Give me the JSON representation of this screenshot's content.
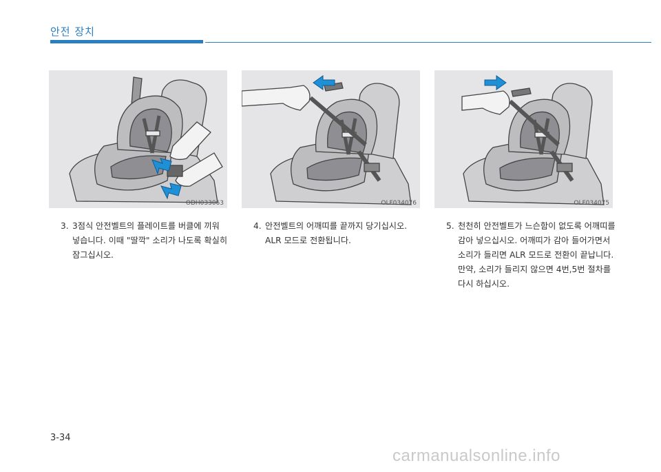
{
  "header": {
    "section_title": "안전 장치"
  },
  "figures": [
    {
      "code": "ODH033063"
    },
    {
      "code": "OLF034076"
    },
    {
      "code": "OLF034075"
    }
  ],
  "steps": [
    {
      "number": "3.",
      "paragraphs": [
        "3점식 안전벨트의 플레이트를 버클에 끼워 넣습니다. 이때 \"딸깍\" 소리가 나도록 확실히 잠그십시오."
      ]
    },
    {
      "number": "4.",
      "paragraphs": [
        "안전벨트의 어깨띠를 끝까지 당기십시오. ALR 모드로 전환됩니다."
      ]
    },
    {
      "number": "5.",
      "paragraphs": [
        "천천히 안전벨트가 느슨함이 없도록 어깨띠를 감아 넣으십시오. 어깨띠가 감아 들어가면서 소리가 들리면 ALR 모드로 전환이 끝납니다.",
        "만약, 소리가 들리지 않으면 4번,5번 절차를 다시 하십시오."
      ]
    }
  ],
  "footer": {
    "page_number": "3-34",
    "watermark": "carmanualsonline.info"
  },
  "colors": {
    "accent": "#2a7fc1",
    "arrow": "#1f8fd6"
  }
}
